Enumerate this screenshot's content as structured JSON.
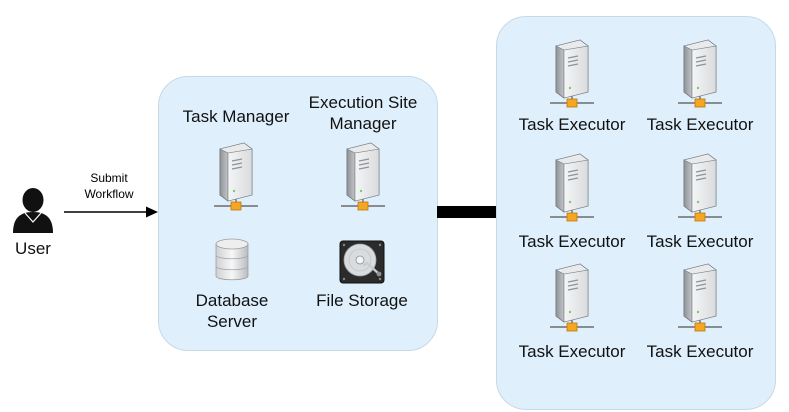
{
  "user": {
    "label": "User",
    "icon": "user-icon"
  },
  "edge_submit": {
    "label_line1": "Submit",
    "label_line2": "Workflow"
  },
  "manager_site": {
    "task_manager": {
      "label": "Task Manager",
      "icon": "server-icon"
    },
    "execution_site_manager": {
      "label_line1": "Execution Site",
      "label_line2": "Manager",
      "icon": "server-icon"
    },
    "database_server": {
      "label_line1": "Database",
      "label_line2": "Server",
      "icon": "database-icon"
    },
    "file_storage": {
      "label": "File Storage",
      "icon": "hard-drive-icon"
    }
  },
  "executor_site": {
    "executors": [
      {
        "label": "Task Executor"
      },
      {
        "label": "Task Executor"
      },
      {
        "label": "Task Executor"
      },
      {
        "label": "Task Executor"
      },
      {
        "label": "Task Executor"
      },
      {
        "label": "Task Executor"
      }
    ]
  },
  "colors": {
    "panel_fill": "#dff0fc",
    "panel_border": "#c6d9e6",
    "connector": "#000000",
    "server_connector": "#f5a623"
  }
}
